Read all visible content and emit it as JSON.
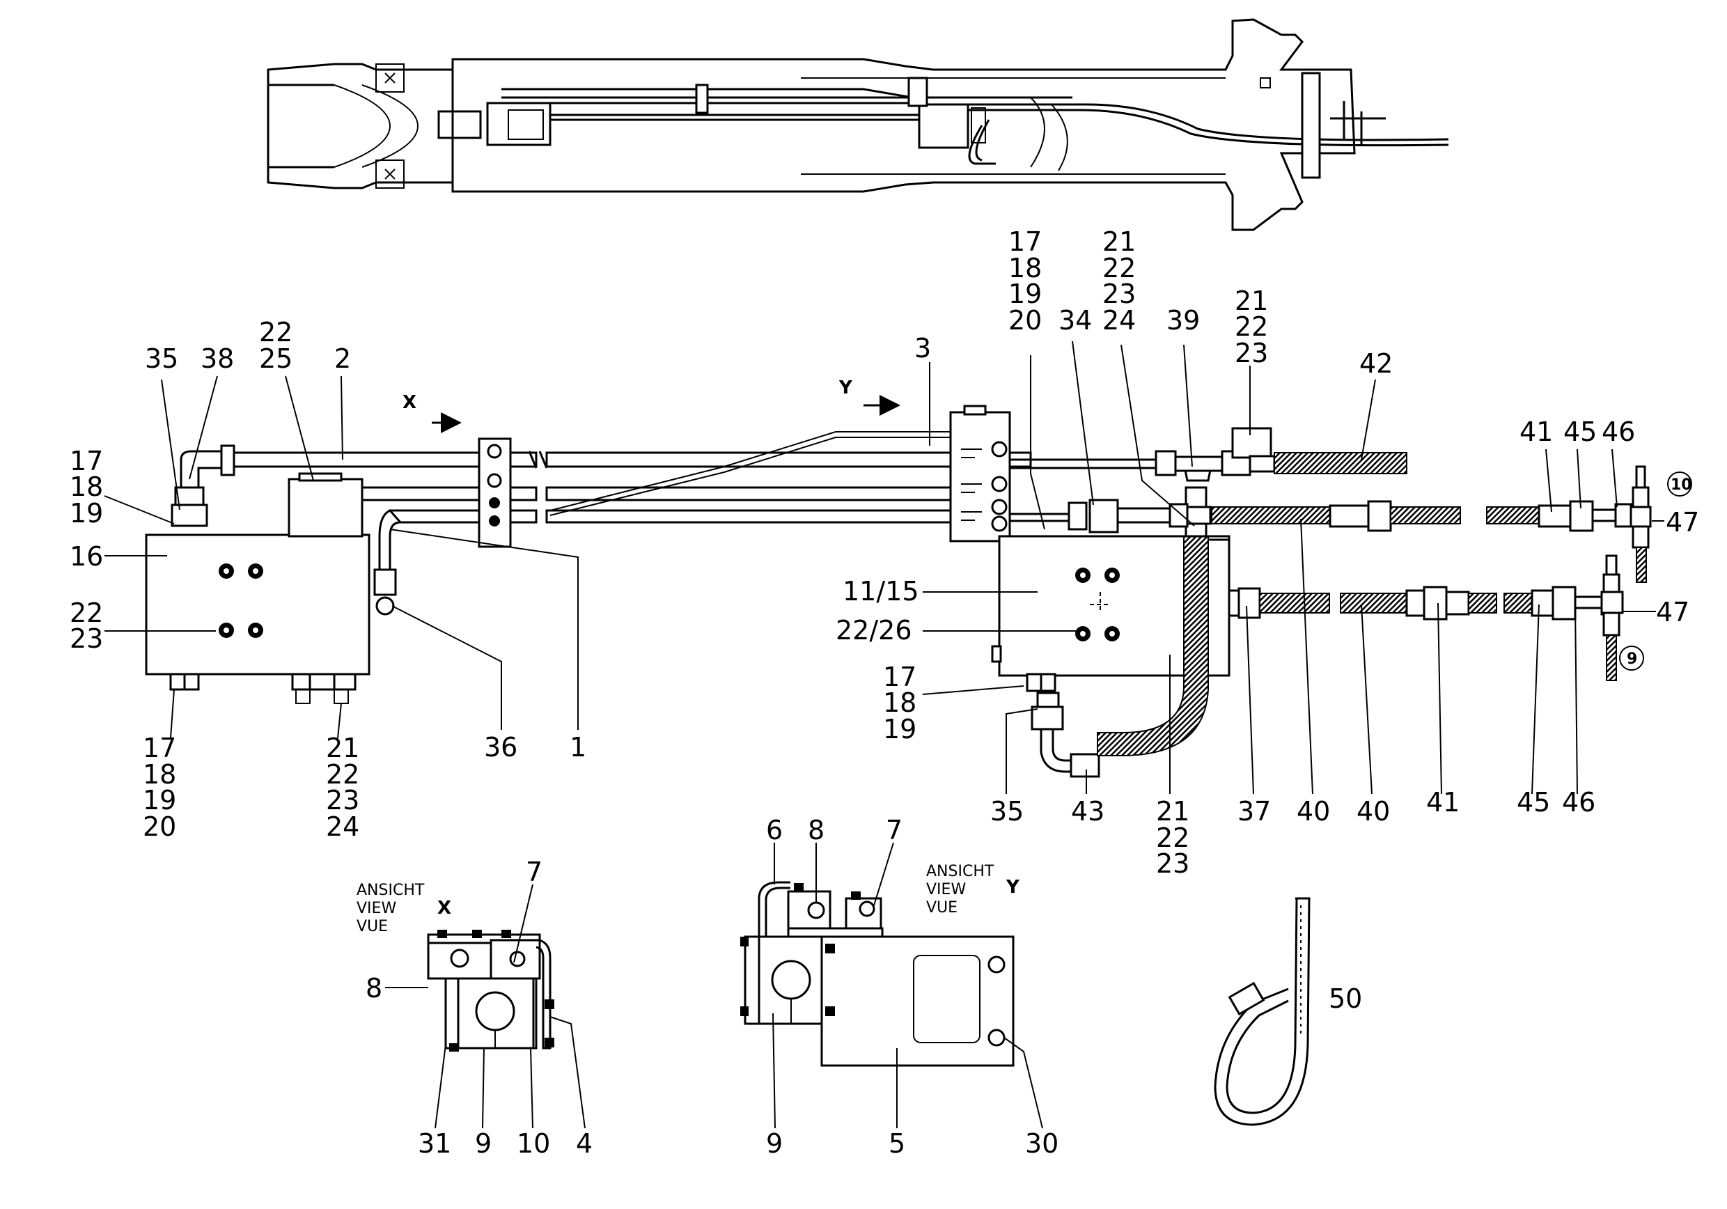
{
  "view_labels": {
    "x_lines": [
      "ANSICHT",
      "VIEW",
      "VUE"
    ],
    "x_letter": "X",
    "y_lines": [
      "ANSICHT",
      "VIEW",
      "VUE"
    ],
    "y_letter": "Y"
  },
  "arrows": {
    "x": "X",
    "y": "Y"
  },
  "callouts": {
    "l35a": "35",
    "l38": "38",
    "l22a": "22",
    "l25": "25",
    "l2": "2",
    "l17a": "17",
    "l18a": "18",
    "l19a": "19",
    "l16": "16",
    "l22b": "22",
    "l23b": "23",
    "l17b": "17",
    "l18b": "18",
    "l19b": "19",
    "l20b": "20",
    "l21c": "21",
    "l22c": "22",
    "l23c": "23",
    "l24c": "24",
    "l36": "36",
    "l1": "1",
    "l3": "3",
    "l17d": "17",
    "l18d": "18",
    "l19d": "19",
    "l20d": "20",
    "l34": "34",
    "l21e": "21",
    "l22e": "22",
    "l23e": "23",
    "l24e": "24",
    "l39": "39",
    "l21f": "21",
    "l22f": "22",
    "l23f": "23",
    "l42": "42",
    "l41a": "41",
    "l45a": "45",
    "l46a": "46",
    "l10": "10",
    "l47a": "47",
    "l11_15": "11/15",
    "l22_26": "22/26",
    "l47b": "47",
    "l9c": "9",
    "l17g": "17",
    "l18g": "18",
    "l19g": "19",
    "l35b": "35",
    "l43": "43",
    "l21h": "21",
    "l22h": "22",
    "l23h": "23",
    "l37": "37",
    "l40a": "40",
    "l40b": "40",
    "l41b": "41",
    "l45b": "45",
    "l46b": "46",
    "l7a": "7",
    "l8a": "8",
    "l31": "31",
    "l9a": "9",
    "l10a": "10",
    "l4": "4",
    "l6": "6",
    "l8b": "8",
    "l7b": "7",
    "l9b": "9",
    "l5": "5",
    "l30": "30",
    "l50": "50"
  }
}
